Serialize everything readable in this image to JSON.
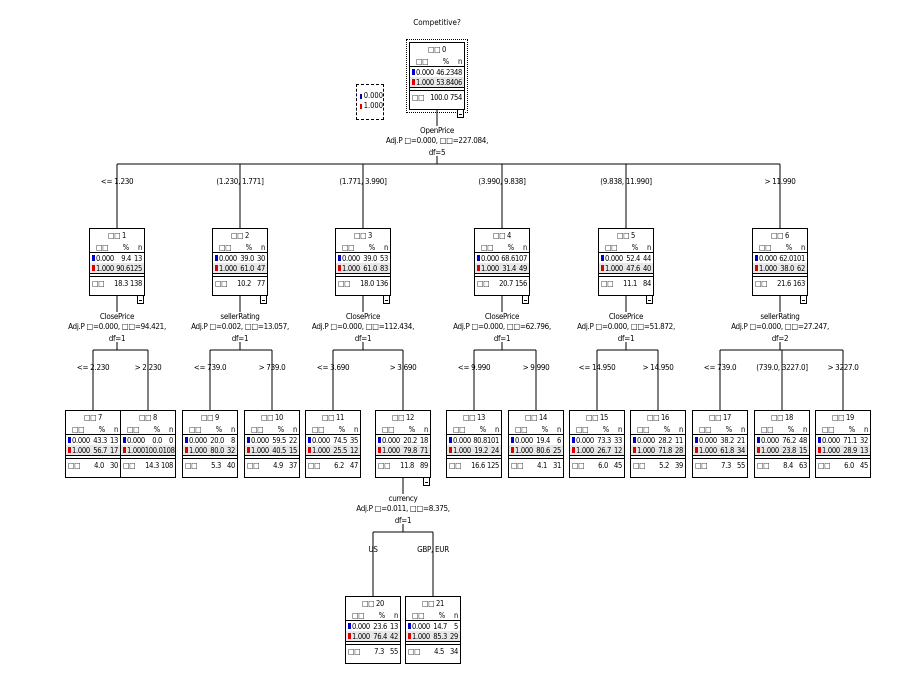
{
  "title": "Competitive?",
  "colors": {
    "class0": "#0000cc",
    "class1": "#dd0000"
  },
  "labels": {
    "node_prefix": "□□",
    "category_col": "□□",
    "percent_col": "%",
    "n_col": "n",
    "total_label": "□□"
  },
  "legend": [
    {
      "label": "0.000",
      "color": "#0000cc"
    },
    {
      "label": "1.000",
      "color": "#dd0000"
    }
  ],
  "nodes": [
    {
      "id": "0",
      "c0": [
        "0.000",
        "46.2",
        "348"
      ],
      "c1": [
        "1.000",
        "53.8",
        "406"
      ],
      "total": [
        "100.0",
        "754"
      ],
      "split": [
        "OpenPrice",
        "Adj.P □=0.000, □□=227.084,",
        "df=5"
      ]
    },
    {
      "id": "1",
      "branch": "<= 1.230",
      "c0": [
        "0.000",
        "9.4",
        "13"
      ],
      "c1": [
        "1.000",
        "90.6",
        "125"
      ],
      "total": [
        "18.3",
        "138"
      ],
      "split": [
        "ClosePrice",
        "Adj.P □=0.000, □□=94.421,",
        "df=1"
      ]
    },
    {
      "id": "2",
      "branch": "(1.230, 1.771]",
      "c0": [
        "0.000",
        "39.0",
        "30"
      ],
      "c1": [
        "1.000",
        "61.0",
        "47"
      ],
      "total": [
        "10.2",
        "77"
      ],
      "split": [
        "sellerRating",
        "Adj.P □=0.002, □□=13.057,",
        "df=1"
      ]
    },
    {
      "id": "3",
      "branch": "(1.771, 3.990]",
      "c0": [
        "0.000",
        "39.0",
        "53"
      ],
      "c1": [
        "1.000",
        "61.0",
        "83"
      ],
      "total": [
        "18.0",
        "136"
      ],
      "split": [
        "ClosePrice",
        "Adj.P □=0.000, □□=112.434,",
        "df=1"
      ]
    },
    {
      "id": "4",
      "branch": "(3.990, 9.838]",
      "c0": [
        "0.000",
        "68.6",
        "107"
      ],
      "c1": [
        "1.000",
        "31.4",
        "49"
      ],
      "total": [
        "20.7",
        "156"
      ],
      "split": [
        "ClosePrice",
        "Adj.P □=0.000, □□=62.796,",
        "df=1"
      ]
    },
    {
      "id": "5",
      "branch": "(9.838, 11.990]",
      "c0": [
        "0.000",
        "52.4",
        "44"
      ],
      "c1": [
        "1.000",
        "47.6",
        "40"
      ],
      "total": [
        "11.1",
        "84"
      ],
      "split": [
        "ClosePrice",
        "Adj.P □=0.000, □□=51.872,",
        "df=1"
      ]
    },
    {
      "id": "6",
      "branch": "> 11.990",
      "c0": [
        "0.000",
        "62.0",
        "101"
      ],
      "c1": [
        "1.000",
        "38.0",
        "62"
      ],
      "total": [
        "21.6",
        "163"
      ],
      "split": [
        "sellerRating",
        "Adj.P □=0.000, □□=27.247,",
        "df=2"
      ]
    },
    {
      "id": "7",
      "branch": "<= 2.230",
      "c0": [
        "0.000",
        "43.3",
        "13"
      ],
      "c1": [
        "1.000",
        "56.7",
        "17"
      ],
      "total": [
        "4.0",
        "30"
      ]
    },
    {
      "id": "8",
      "branch": "> 2.230",
      "c0": [
        "0.000",
        "0.0",
        "0"
      ],
      "c1": [
        "1.000",
        "100.0",
        "108"
      ],
      "total": [
        "14.3",
        "108"
      ]
    },
    {
      "id": "9",
      "branch": "<= 739.0",
      "c0": [
        "0.000",
        "20.0",
        "8"
      ],
      "c1": [
        "1.000",
        "80.0",
        "32"
      ],
      "total": [
        "5.3",
        "40"
      ]
    },
    {
      "id": "10",
      "branch": "> 739.0",
      "c0": [
        "0.000",
        "59.5",
        "22"
      ],
      "c1": [
        "1.000",
        "40.5",
        "15"
      ],
      "total": [
        "4.9",
        "37"
      ]
    },
    {
      "id": "11",
      "branch": "<= 3.690",
      "c0": [
        "0.000",
        "74.5",
        "35"
      ],
      "c1": [
        "1.000",
        "25.5",
        "12"
      ],
      "total": [
        "6.2",
        "47"
      ]
    },
    {
      "id": "12",
      "branch": "> 3.690",
      "c0": [
        "0.000",
        "20.2",
        "18"
      ],
      "c1": [
        "1.000",
        "79.8",
        "71"
      ],
      "total": [
        "11.8",
        "89"
      ],
      "split": [
        "currency",
        "Adj.P □=0.011, □□=8.375,",
        "df=1"
      ]
    },
    {
      "id": "13",
      "branch": "<= 9.990",
      "c0": [
        "0.000",
        "80.8",
        "101"
      ],
      "c1": [
        "1.000",
        "19.2",
        "24"
      ],
      "total": [
        "16.6",
        "125"
      ]
    },
    {
      "id": "14",
      "branch": "> 9.990",
      "c0": [
        "0.000",
        "19.4",
        "6"
      ],
      "c1": [
        "1.000",
        "80.6",
        "25"
      ],
      "total": [
        "4.1",
        "31"
      ]
    },
    {
      "id": "15",
      "branch": "<= 14.950",
      "c0": [
        "0.000",
        "73.3",
        "33"
      ],
      "c1": [
        "1.000",
        "26.7",
        "12"
      ],
      "total": [
        "6.0",
        "45"
      ]
    },
    {
      "id": "16",
      "branch": "> 14.950",
      "c0": [
        "0.000",
        "28.2",
        "11"
      ],
      "c1": [
        "1.000",
        "71.8",
        "28"
      ],
      "total": [
        "5.2",
        "39"
      ]
    },
    {
      "id": "17",
      "branch": "<= 739.0",
      "c0": [
        "0.000",
        "38.2",
        "21"
      ],
      "c1": [
        "1.000",
        "61.8",
        "34"
      ],
      "total": [
        "7.3",
        "55"
      ]
    },
    {
      "id": "18",
      "branch": "(739.0, 3227.0]",
      "c0": [
        "0.000",
        "76.2",
        "48"
      ],
      "c1": [
        "1.000",
        "23.8",
        "15"
      ],
      "total": [
        "8.4",
        "63"
      ]
    },
    {
      "id": "19",
      "branch": "> 3227.0",
      "c0": [
        "0.000",
        "71.1",
        "32"
      ],
      "c1": [
        "1.000",
        "28.9",
        "13"
      ],
      "total": [
        "6.0",
        "45"
      ]
    },
    {
      "id": "20",
      "branch": "US",
      "c0": [
        "0.000",
        "23.6",
        "13"
      ],
      "c1": [
        "1.000",
        "76.4",
        "42"
      ],
      "total": [
        "7.3",
        "55"
      ]
    },
    {
      "id": "21",
      "branch": "GBP, EUR",
      "c0": [
        "0.000",
        "14.7",
        "5"
      ],
      "c1": [
        "1.000",
        "85.3",
        "29"
      ],
      "total": [
        "4.5",
        "34"
      ]
    }
  ],
  "edges": [
    [
      "0",
      "1"
    ],
    [
      "0",
      "2"
    ],
    [
      "0",
      "3"
    ],
    [
      "0",
      "4"
    ],
    [
      "0",
      "5"
    ],
    [
      "0",
      "6"
    ],
    [
      "1",
      "7"
    ],
    [
      "1",
      "8"
    ],
    [
      "2",
      "9"
    ],
    [
      "2",
      "10"
    ],
    [
      "3",
      "11"
    ],
    [
      "3",
      "12"
    ],
    [
      "4",
      "13"
    ],
    [
      "4",
      "14"
    ],
    [
      "5",
      "15"
    ],
    [
      "5",
      "16"
    ],
    [
      "6",
      "17"
    ],
    [
      "6",
      "18"
    ],
    [
      "6",
      "19"
    ],
    [
      "12",
      "20"
    ],
    [
      "12",
      "21"
    ]
  ]
}
